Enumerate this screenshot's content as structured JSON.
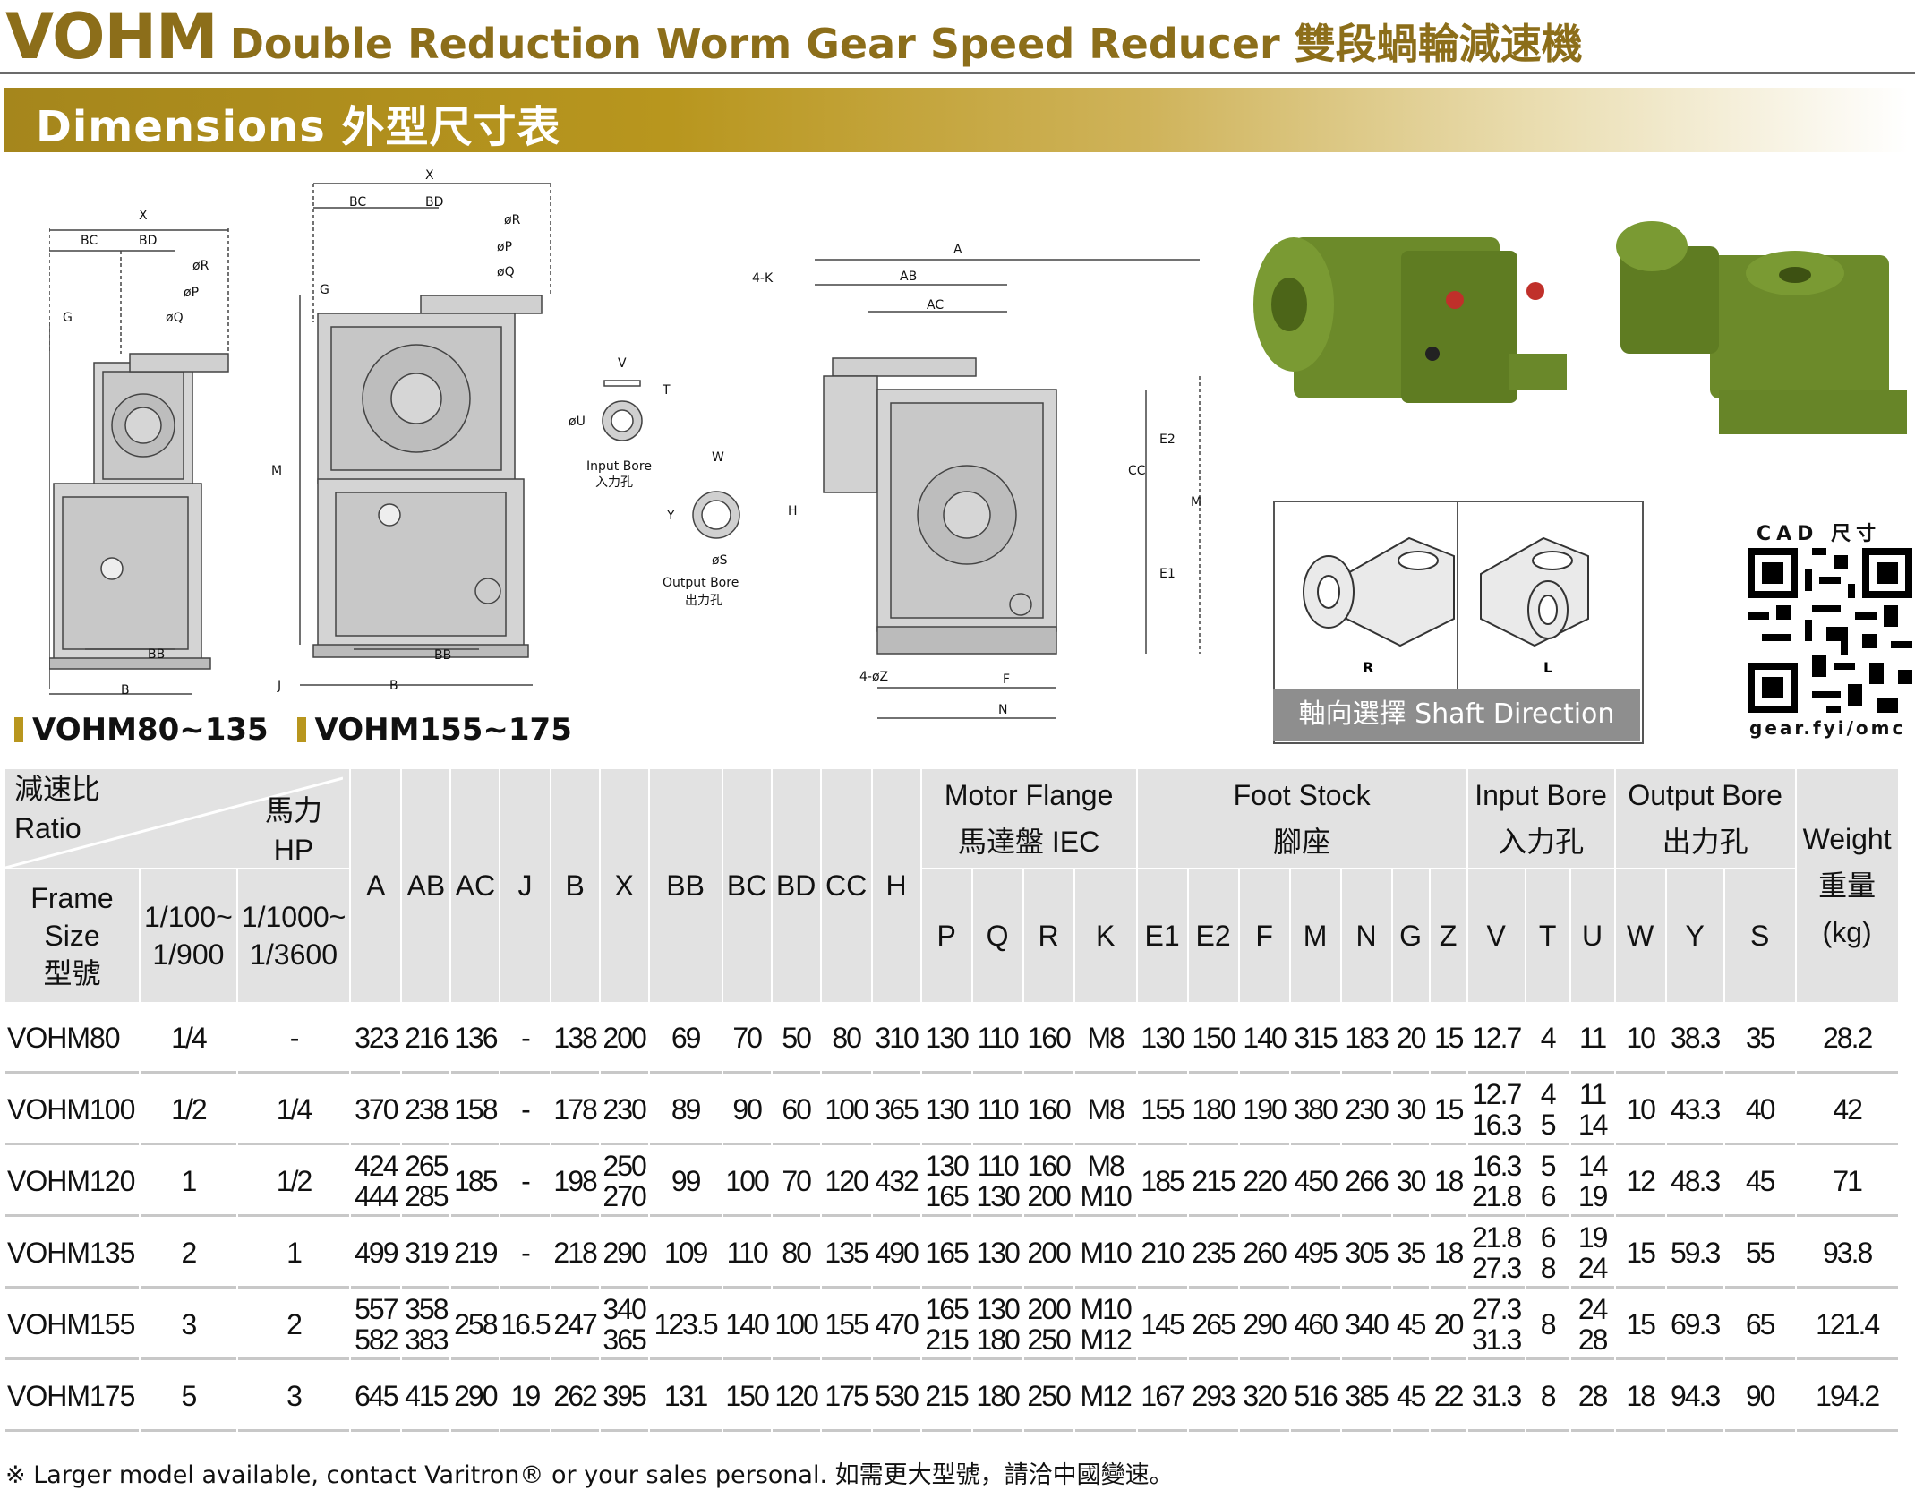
{
  "header": {
    "model": "VOHM",
    "title": "Double Reduction Worm Gear Speed Reducer 雙段蝸輪減速機",
    "section": "Dimensions 外型尺寸表"
  },
  "drawings": {
    "labels_side": [
      "X",
      "BC",
      "BD",
      "øR",
      "øP",
      "øQ",
      "G",
      "M",
      "BB",
      "B"
    ],
    "labels_front": [
      "X",
      "BC",
      "BD",
      "øR",
      "øP",
      "øQ",
      "G",
      "M",
      "BB",
      "J",
      "B"
    ],
    "labels_bore": [
      "V",
      "T",
      "øU",
      "Input Bore",
      "入力孔",
      "W",
      "Y",
      "øS",
      "Output Bore",
      "出力孔"
    ],
    "labels_top": [
      "A",
      "AB",
      "AC",
      "4-K",
      "H",
      "CC",
      "E2",
      "E1",
      "M",
      "4-øZ",
      "F",
      "N"
    ]
  },
  "shaft": {
    "left_label": "R",
    "right_label": "L",
    "caption": "軸向選擇 Shaft Direction"
  },
  "qr": {
    "title": "CAD 尺寸",
    "footer": "gear.fyi/omc"
  },
  "series": [
    "VOHM80~135",
    "VOHM155~175"
  ],
  "table": {
    "corner": {
      "ratio_zh": "減速比",
      "ratio_en": "Ratio",
      "hp_zh": "馬力",
      "hp_en": "HP"
    },
    "frame": [
      "Frame",
      "Size",
      "型號"
    ],
    "ratio_cols": [
      "1/100~ 1/900",
      "1/1000~ 1/3600"
    ],
    "simple_cols": [
      "A",
      "AB",
      "AC",
      "J",
      "B",
      "X",
      "BB",
      "BC",
      "BD",
      "CC",
      "H"
    ],
    "groups": [
      {
        "en": "Motor Flange",
        "zh": "馬達盤 IEC",
        "cols": [
          "P",
          "Q",
          "R",
          "K"
        ]
      },
      {
        "en": "Foot Stock",
        "zh": "腳座",
        "cols": [
          "E1",
          "E2",
          "F",
          "M",
          "N",
          "G",
          "Z"
        ]
      },
      {
        "en": "Input Bore",
        "zh": "入力孔",
        "cols": [
          "V",
          "T",
          "U"
        ]
      },
      {
        "en": "Output Bore",
        "zh": "出力孔",
        "cols": [
          "W",
          "Y",
          "S"
        ]
      }
    ],
    "weight": {
      "en": "Weight",
      "zh": "重量",
      "unit": "(kg)"
    },
    "rows": [
      {
        "model": "VOHM80",
        "r1": "1/4",
        "r2": "-",
        "A": [
          "323"
        ],
        "AB": [
          "216"
        ],
        "AC": [
          "136"
        ],
        "J": [
          "-"
        ],
        "B": [
          "138"
        ],
        "X": [
          "200"
        ],
        "BB": [
          "69"
        ],
        "BC": [
          "70"
        ],
        "BD": [
          "50"
        ],
        "CC": [
          "80"
        ],
        "H": [
          "310"
        ],
        "P": [
          "130"
        ],
        "Q": [
          "110"
        ],
        "R": [
          "160"
        ],
        "K": [
          "M8"
        ],
        "E1": [
          "130"
        ],
        "E2": [
          "150"
        ],
        "F": [
          "140"
        ],
        "M": [
          "315"
        ],
        "N": [
          "183"
        ],
        "G": [
          "20"
        ],
        "Z": [
          "15"
        ],
        "V": [
          "12.7"
        ],
        "T": [
          "4"
        ],
        "U": [
          "11"
        ],
        "W": [
          "10"
        ],
        "Y": [
          "38.3"
        ],
        "S": [
          "35"
        ],
        "kg": [
          "28.2"
        ]
      },
      {
        "model": "VOHM100",
        "r1": "1/2",
        "r2": "1/4",
        "A": [
          "370"
        ],
        "AB": [
          "238"
        ],
        "AC": [
          "158"
        ],
        "J": [
          "-"
        ],
        "B": [
          "178"
        ],
        "X": [
          "230"
        ],
        "BB": [
          "89"
        ],
        "BC": [
          "90"
        ],
        "BD": [
          "60"
        ],
        "CC": [
          "100"
        ],
        "H": [
          "365"
        ],
        "P": [
          "130"
        ],
        "Q": [
          "110"
        ],
        "R": [
          "160"
        ],
        "K": [
          "M8"
        ],
        "E1": [
          "155"
        ],
        "E2": [
          "180"
        ],
        "F": [
          "190"
        ],
        "M": [
          "380"
        ],
        "N": [
          "230"
        ],
        "G": [
          "30"
        ],
        "Z": [
          "15"
        ],
        "V": [
          "12.7",
          "16.3"
        ],
        "T": [
          "4",
          "5"
        ],
        "U": [
          "11",
          "14"
        ],
        "W": [
          "10"
        ],
        "Y": [
          "43.3"
        ],
        "S": [
          "40"
        ],
        "kg": [
          "42"
        ]
      },
      {
        "model": "VOHM120",
        "r1": "1",
        "r2": "1/2",
        "A": [
          "424",
          "444"
        ],
        "AB": [
          "265",
          "285"
        ],
        "AC": [
          "185"
        ],
        "J": [
          "-"
        ],
        "B": [
          "198"
        ],
        "X": [
          "250",
          "270"
        ],
        "BB": [
          "99"
        ],
        "BC": [
          "100"
        ],
        "BD": [
          "70"
        ],
        "CC": [
          "120"
        ],
        "H": [
          "432"
        ],
        "P": [
          "130",
          "165"
        ],
        "Q": [
          "110",
          "130"
        ],
        "R": [
          "160",
          "200"
        ],
        "K": [
          "M8",
          "M10"
        ],
        "E1": [
          "185"
        ],
        "E2": [
          "215"
        ],
        "F": [
          "220"
        ],
        "M": [
          "450"
        ],
        "N": [
          "266"
        ],
        "G": [
          "30"
        ],
        "Z": [
          "18"
        ],
        "V": [
          "16.3",
          "21.8"
        ],
        "T": [
          "5",
          "6"
        ],
        "U": [
          "14",
          "19"
        ],
        "W": [
          "12"
        ],
        "Y": [
          "48.3"
        ],
        "S": [
          "45"
        ],
        "kg": [
          "71"
        ]
      },
      {
        "model": "VOHM135",
        "r1": "2",
        "r2": "1",
        "A": [
          "499"
        ],
        "AB": [
          "319"
        ],
        "AC": [
          "219"
        ],
        "J": [
          "-"
        ],
        "B": [
          "218"
        ],
        "X": [
          "290"
        ],
        "BB": [
          "109"
        ],
        "BC": [
          "110"
        ],
        "BD": [
          "80"
        ],
        "CC": [
          "135"
        ],
        "H": [
          "490"
        ],
        "P": [
          "165"
        ],
        "Q": [
          "130"
        ],
        "R": [
          "200"
        ],
        "K": [
          "M10"
        ],
        "E1": [
          "210"
        ],
        "E2": [
          "235"
        ],
        "F": [
          "260"
        ],
        "M": [
          "495"
        ],
        "N": [
          "305"
        ],
        "G": [
          "35"
        ],
        "Z": [
          "18"
        ],
        "V": [
          "21.8",
          "27.3"
        ],
        "T": [
          "6",
          "8"
        ],
        "U": [
          "19",
          "24"
        ],
        "W": [
          "15"
        ],
        "Y": [
          "59.3"
        ],
        "S": [
          "55"
        ],
        "kg": [
          "93.8"
        ]
      },
      {
        "model": "VOHM155",
        "r1": "3",
        "r2": "2",
        "A": [
          "557",
          "582"
        ],
        "AB": [
          "358",
          "383"
        ],
        "AC": [
          "258"
        ],
        "J": [
          "16.5"
        ],
        "B": [
          "247"
        ],
        "X": [
          "340",
          "365"
        ],
        "BB": [
          "123.5"
        ],
        "BC": [
          "140"
        ],
        "BD": [
          "100"
        ],
        "CC": [
          "155"
        ],
        "H": [
          "470"
        ],
        "P": [
          "165",
          "215"
        ],
        "Q": [
          "130",
          "180"
        ],
        "R": [
          "200",
          "250"
        ],
        "K": [
          "M10",
          "M12"
        ],
        "E1": [
          "145"
        ],
        "E2": [
          "265"
        ],
        "F": [
          "290"
        ],
        "M": [
          "460"
        ],
        "N": [
          "340"
        ],
        "G": [
          "45"
        ],
        "Z": [
          "20"
        ],
        "V": [
          "27.3",
          "31.3"
        ],
        "T": [
          "8"
        ],
        "U": [
          "24",
          "28"
        ],
        "W": [
          "15"
        ],
        "Y": [
          "69.3"
        ],
        "S": [
          "65"
        ],
        "kg": [
          "121.4"
        ]
      },
      {
        "model": "VOHM175",
        "r1": "5",
        "r2": "3",
        "A": [
          "645"
        ],
        "AB": [
          "415"
        ],
        "AC": [
          "290"
        ],
        "J": [
          "19"
        ],
        "B": [
          "262"
        ],
        "X": [
          "395"
        ],
        "BB": [
          "131"
        ],
        "BC": [
          "150"
        ],
        "BD": [
          "120"
        ],
        "CC": [
          "175"
        ],
        "H": [
          "530"
        ],
        "P": [
          "215"
        ],
        "Q": [
          "180"
        ],
        "R": [
          "250"
        ],
        "K": [
          "M12"
        ],
        "E1": [
          "167"
        ],
        "E2": [
          "293"
        ],
        "F": [
          "320"
        ],
        "M": [
          "516"
        ],
        "N": [
          "385"
        ],
        "G": [
          "45"
        ],
        "Z": [
          "22"
        ],
        "V": [
          "31.3"
        ],
        "T": [
          "8"
        ],
        "U": [
          "28"
        ],
        "W": [
          "18"
        ],
        "Y": [
          "94.3"
        ],
        "S": [
          "90"
        ],
        "kg": [
          "194.2"
        ]
      }
    ]
  },
  "footnote": "※  Larger model available, contact Varitron® or your sales personal.  如需更大型號，請洽中國變速。",
  "colors": {
    "gold": "#b8961e",
    "title": "#8c6e1a",
    "header_bg": "#e2e2e2",
    "gear_green": "#6c8a2a"
  }
}
